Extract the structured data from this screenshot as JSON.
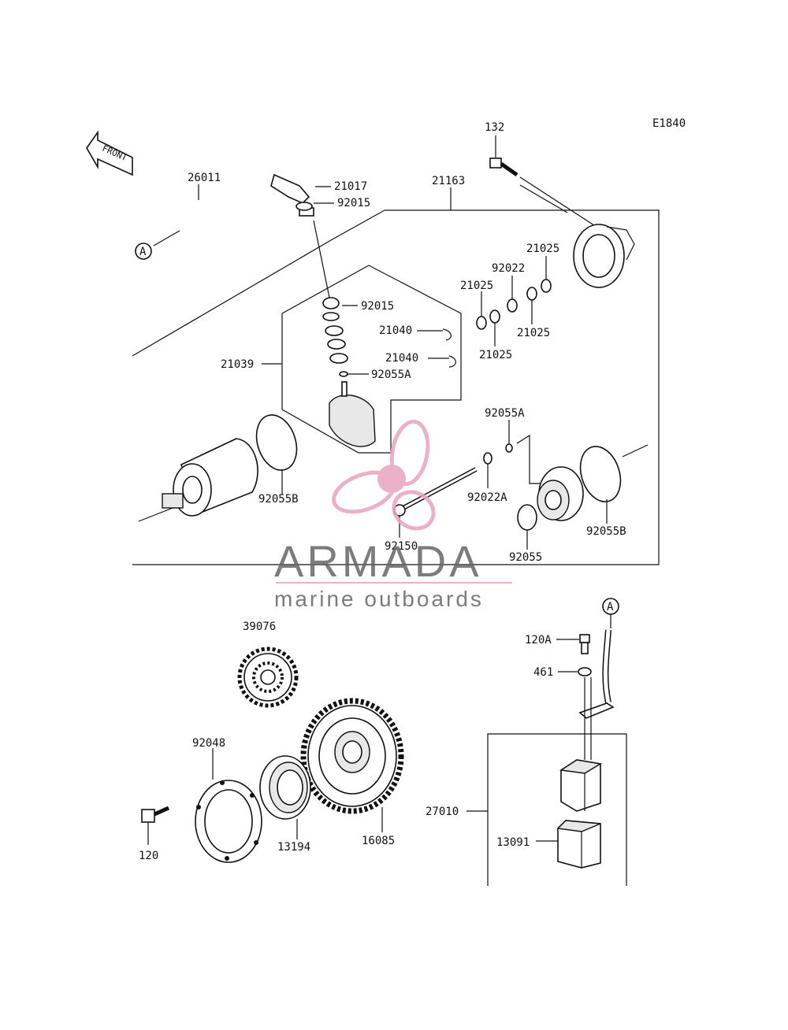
{
  "diagram_code": "E1840",
  "front_label": "FRONT",
  "callout_ref": "A",
  "parts": {
    "p132": "132",
    "p26011": "26011",
    "p21017": "21017",
    "p92015_top": "92015",
    "p21163": "21163",
    "p21025_a": "21025",
    "p92022": "92022",
    "p21025_b": "21025",
    "p21025_c": "21025",
    "p21025_d": "21025",
    "p92015_mid": "92015",
    "p21040_a": "21040",
    "p21040_b": "21040",
    "p21039": "21039",
    "p92055A_a": "92055A",
    "p92055A_b": "92055A",
    "p92022A": "92022A",
    "p92055B_a": "92055B",
    "p92055B_b": "92055B",
    "p92150": "92150",
    "p92055": "92055",
    "p39076": "39076",
    "p120A": "120A",
    "p461": "461",
    "p92048": "92048",
    "p27010": "27010",
    "p13091": "13091",
    "p120": "120",
    "p13194": "13194",
    "p16085": "16085"
  },
  "watermark": {
    "brand": "ARMADA",
    "tagline": "marine outboards",
    "color": "#e8a4c0",
    "text_color": "#666666"
  }
}
